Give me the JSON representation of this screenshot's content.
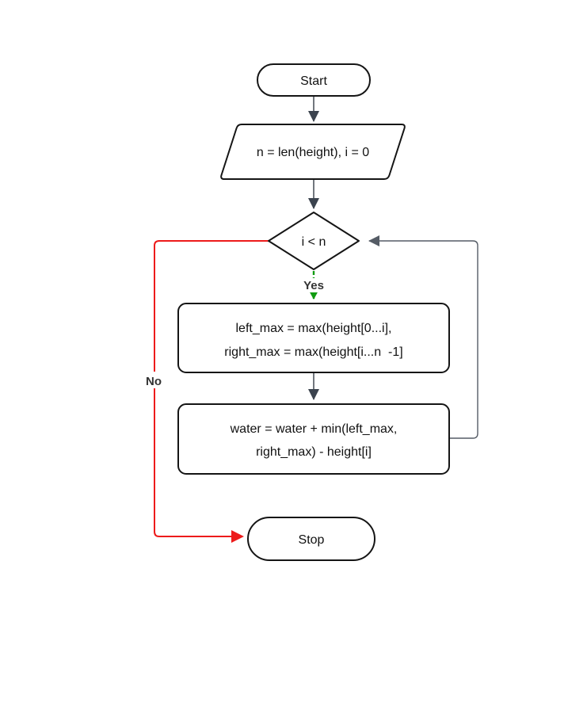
{
  "diagram": {
    "type": "flowchart",
    "direction": "top-down",
    "nodes": {
      "start": {
        "label": "Start",
        "shape": "stadium"
      },
      "init": {
        "label": "n = len(height), i = 0",
        "shape": "parallelogram"
      },
      "condition": {
        "label": "i < n",
        "shape": "diamond"
      },
      "compute": {
        "line1": "left_max = max(height[0...i],",
        "line2": "right_max = max(height[i...n  -1]",
        "shape": "rounded-rect"
      },
      "update": {
        "line1": "water = water + min(left_max,",
        "line2": "right_max) - height[i]",
        "shape": "rounded-rect"
      },
      "stop": {
        "label": "Stop",
        "shape": "stadium"
      }
    },
    "edge_labels": {
      "yes": "Yes",
      "no": "No"
    },
    "colors": {
      "background": "#ffffff",
      "node_fill": "#ffffff",
      "node_border": "#151515",
      "node_text": "#111111",
      "edge_stem": "#4e555e",
      "arrowhead": "#3b434e",
      "loop_edge": "#555c66",
      "yes_green": "#119b11",
      "no_red": "#ed1b1b",
      "edge_label_text": "#333333"
    }
  }
}
